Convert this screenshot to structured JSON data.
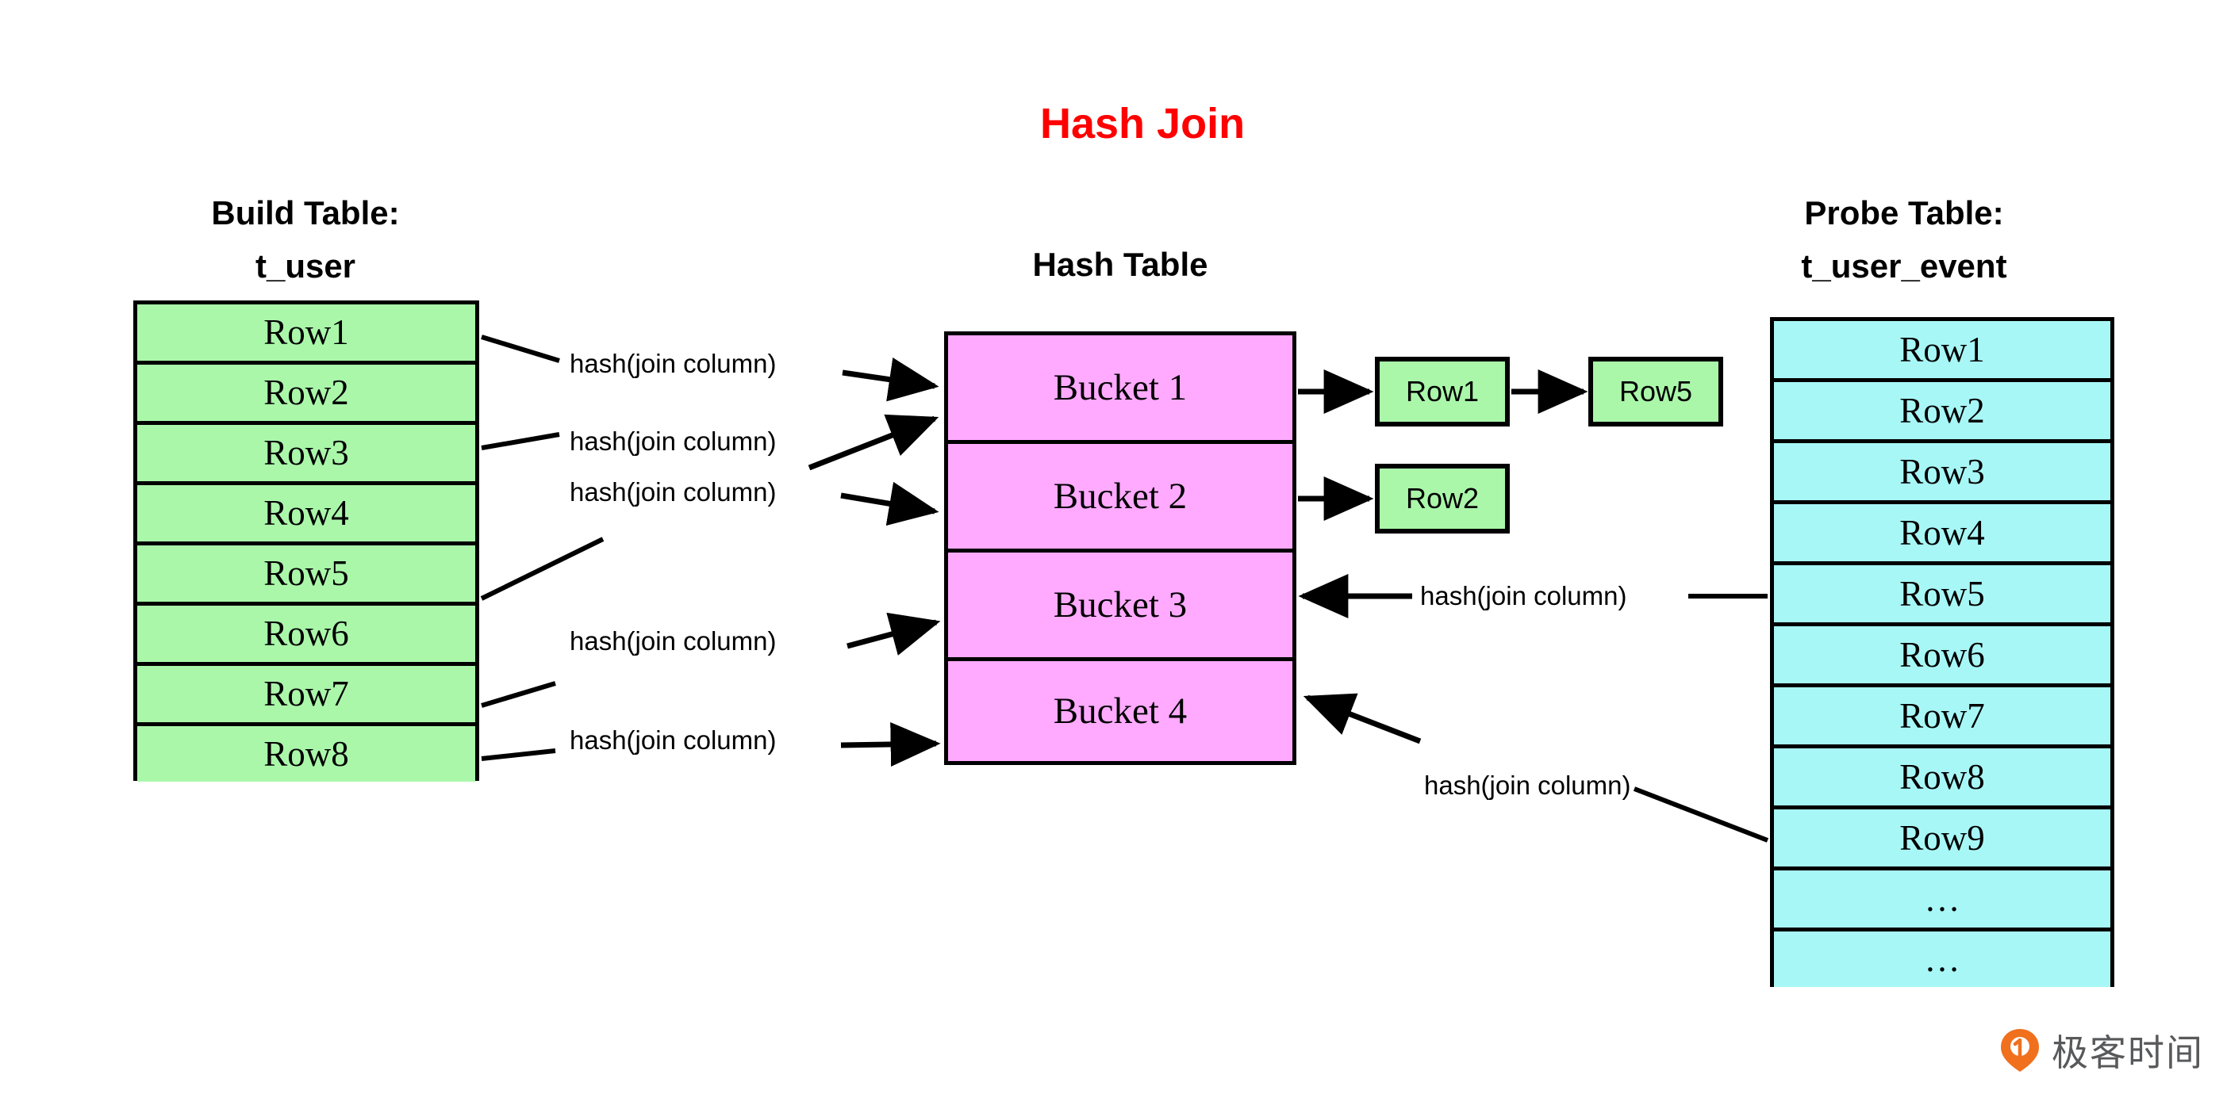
{
  "title": "Hash Join",
  "build_table": {
    "caption_line1": "Build Table:",
    "caption_line2": "t_user",
    "rows": [
      "Row1",
      "Row2",
      "Row3",
      "Row4",
      "Row5",
      "Row6",
      "Row7",
      "Row8"
    ]
  },
  "hash_table": {
    "caption": "Hash Table",
    "buckets": [
      "Bucket 1",
      "Bucket 2",
      "Bucket 3",
      "Bucket 4"
    ]
  },
  "chain_nodes": {
    "bucket1": [
      "Row1",
      "Row5"
    ],
    "bucket2": [
      "Row2"
    ]
  },
  "probe_table": {
    "caption_line1": "Probe Table:",
    "caption_line2": "t_user_event",
    "rows": [
      "Row1",
      "Row2",
      "Row3",
      "Row4",
      "Row5",
      "Row6",
      "Row7",
      "Row8",
      "Row9",
      "…",
      "…"
    ]
  },
  "edge_labels": {
    "build_1": "hash(join column)",
    "build_2": "hash(join column)",
    "build_3": "hash(join column)",
    "build_4": "hash(join column)",
    "build_5": "hash(join column)",
    "probe_1": "hash(join column)",
    "probe_2": "hash(join column)"
  },
  "watermark": {
    "text": "极客时间",
    "logo_name": "geektime-pin-logo"
  },
  "colors": {
    "title": "#ff0000",
    "build_fill": "#aaf7aa",
    "bucket_fill": "#ffaaff",
    "probe_fill": "#a8f7f7",
    "stroke": "#000000",
    "watermark_accent": "#f0701e",
    "watermark_text": "#58595b"
  }
}
